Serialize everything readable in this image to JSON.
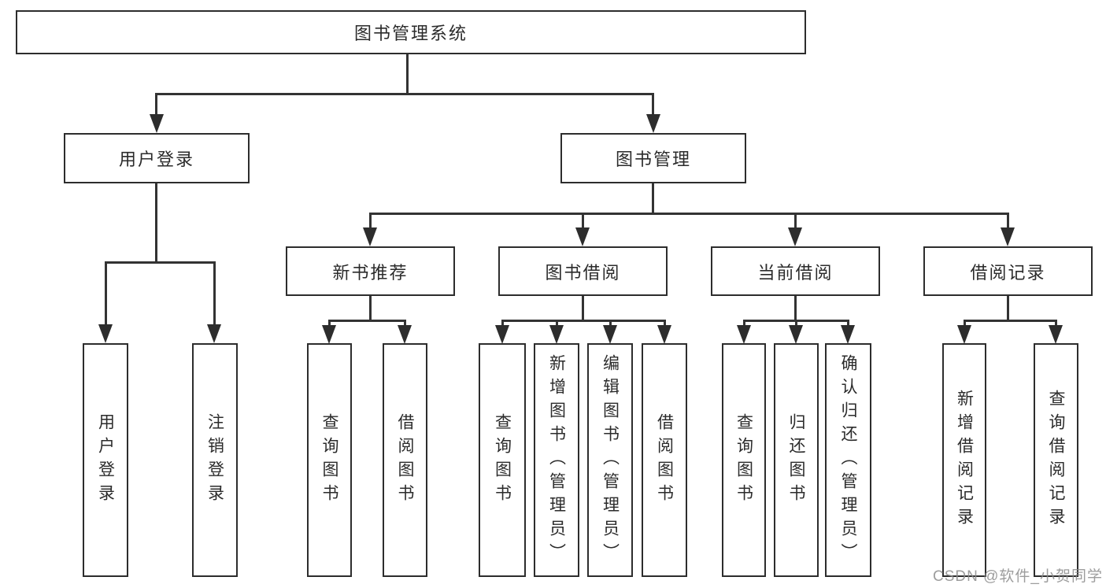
{
  "diagram": {
    "title": "图书管理系统",
    "root": {
      "label": "图书管理系统"
    },
    "level2": [
      {
        "label": "用户登录"
      },
      {
        "label": "图书管理"
      }
    ],
    "level3": [
      {
        "label": "新书推荐",
        "parent": "图书管理"
      },
      {
        "label": "图书借阅",
        "parent": "图书管理"
      },
      {
        "label": "当前借阅",
        "parent": "图书管理"
      },
      {
        "label": "借阅记录",
        "parent": "图书管理"
      }
    ],
    "leaves": [
      {
        "label": "用户登录",
        "parent": "用户登录"
      },
      {
        "label": "注销登录",
        "parent": "用户登录"
      },
      {
        "label": "查询图书",
        "parent": "新书推荐"
      },
      {
        "label": "借阅图书",
        "parent": "新书推荐"
      },
      {
        "label": "查询图书",
        "parent": "图书借阅"
      },
      {
        "label": "新增图书（管理员）",
        "parent": "图书借阅"
      },
      {
        "label": "编辑图书（管理员）",
        "parent": "图书借阅"
      },
      {
        "label": "借阅图书",
        "parent": "图书借阅"
      },
      {
        "label": "查询图书",
        "parent": "当前借阅"
      },
      {
        "label": "归还图书",
        "parent": "当前借阅"
      },
      {
        "label": "确认归还（管理员）",
        "parent": "当前借阅"
      },
      {
        "label": "新增借阅记录",
        "parent": "借阅记录"
      },
      {
        "label": "查询借阅记录",
        "parent": "借阅记录"
      }
    ],
    "colors": {
      "line": "#333333",
      "border": "#2d2d2d",
      "text": "#2b2b2b",
      "background": "#ffffff"
    }
  },
  "watermark": {
    "text": "CSDN @软件_小贺同学",
    "color": "#8c8c8c"
  }
}
